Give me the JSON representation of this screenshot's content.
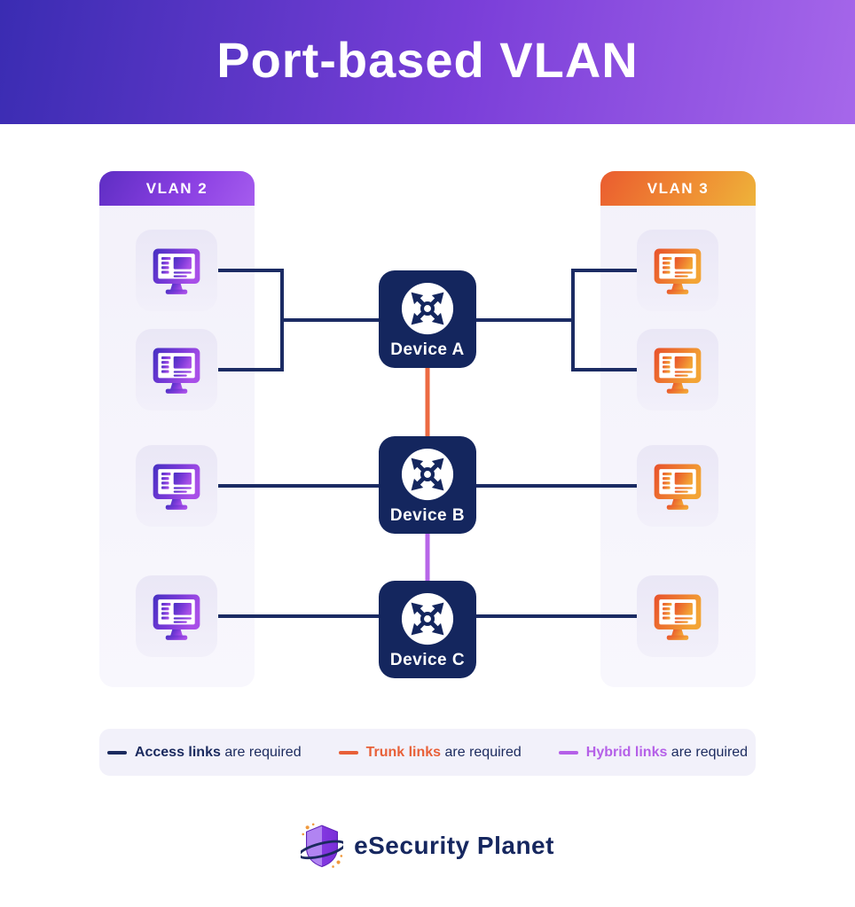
{
  "header": {
    "title": "Port-based VLAN"
  },
  "columns": [
    {
      "id": "vlan2",
      "label": "VLAN 2",
      "accent": "purple",
      "workstation_count": 4
    },
    {
      "id": "vlan3",
      "label": "VLAN 3",
      "accent": "orange",
      "workstation_count": 4
    }
  ],
  "devices": [
    {
      "label": "Device A"
    },
    {
      "label": "Device B"
    },
    {
      "label": "Device C"
    }
  ],
  "links": {
    "access_color": "#1b2b63",
    "trunk_color": "#ec6a42",
    "hybrid_color": "#b766e8"
  },
  "legend": [
    {
      "label": "Access links",
      "suffix": " are required",
      "color": "#1b2a5e"
    },
    {
      "label": "Trunk links",
      "suffix": " are required",
      "color": "#e86038"
    },
    {
      "label": "Hybrid links",
      "suffix": " are required",
      "color": "#b560e8"
    }
  ],
  "footer": {
    "brand": "eSecurity Planet"
  }
}
